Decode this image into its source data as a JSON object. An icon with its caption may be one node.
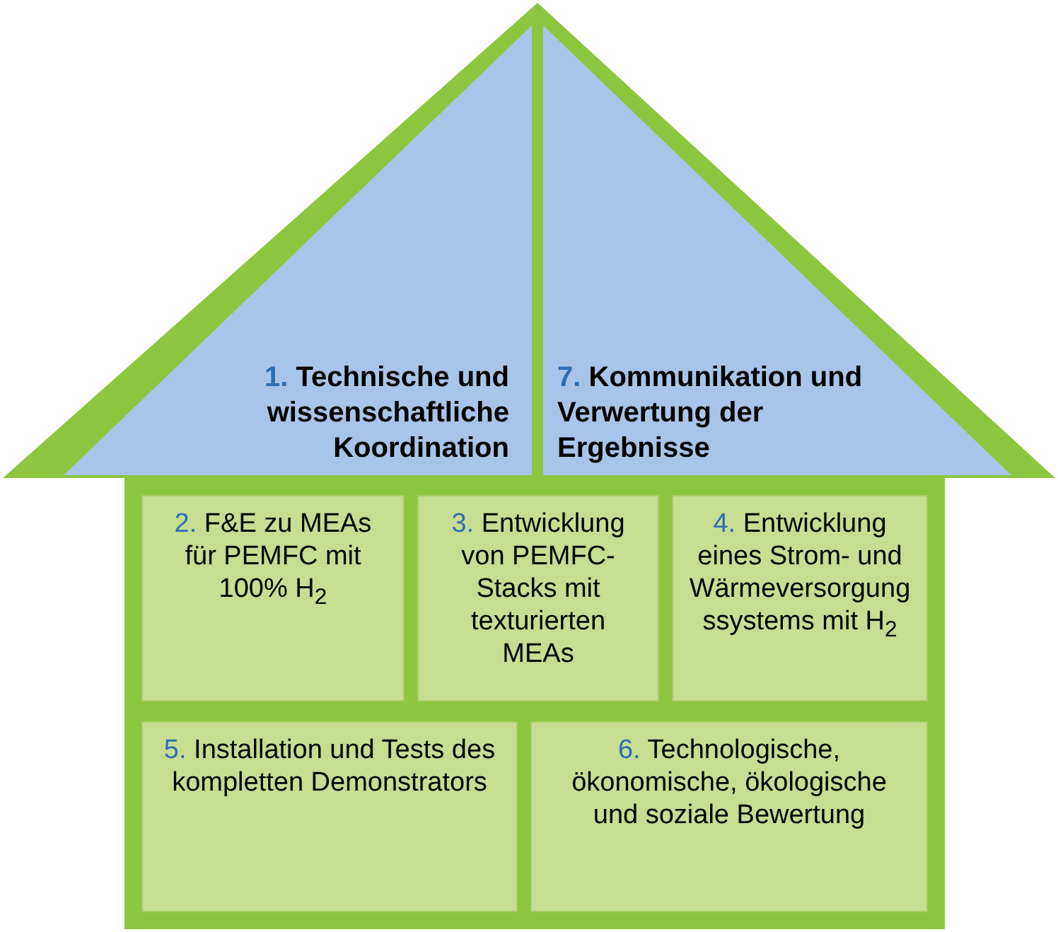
{
  "diagram": {
    "nodes": [
      {
        "text": [],
        "shape": "house"
      },
      {
        "text": [
          "1. Technische und wissenschaftliche Koordination"
        ],
        "in": 0
      },
      {
        "text": [
          "7. Kommunikation und Verwertung der Ergebnisse"
        ],
        "in": 0
      },
      {
        "text": [
          "2. F&E zu MEAs für PEMFC mit 100% H$_{2}$"
        ],
        "in": 0
      },
      {
        "text": [
          "3. Entwicklung von PEMFC-Stacks mit texturierten MEAs"
        ],
        "in": 0
      },
      {
        "text": [
          "4. Entwicklung eines Strom- und Wärmeversorgungssystems mit H$_{2}$"
        ],
        "in": 0
      },
      {
        "text": [
          "5. Installation und Tests des kompletten Demonstrators"
        ],
        "in": 0
      },
      {
        "text": [
          "6. Technologische, ökonomische, ökologische und soziale Bewertung"
        ],
        "in": 0
      }
    ]
  }
}
